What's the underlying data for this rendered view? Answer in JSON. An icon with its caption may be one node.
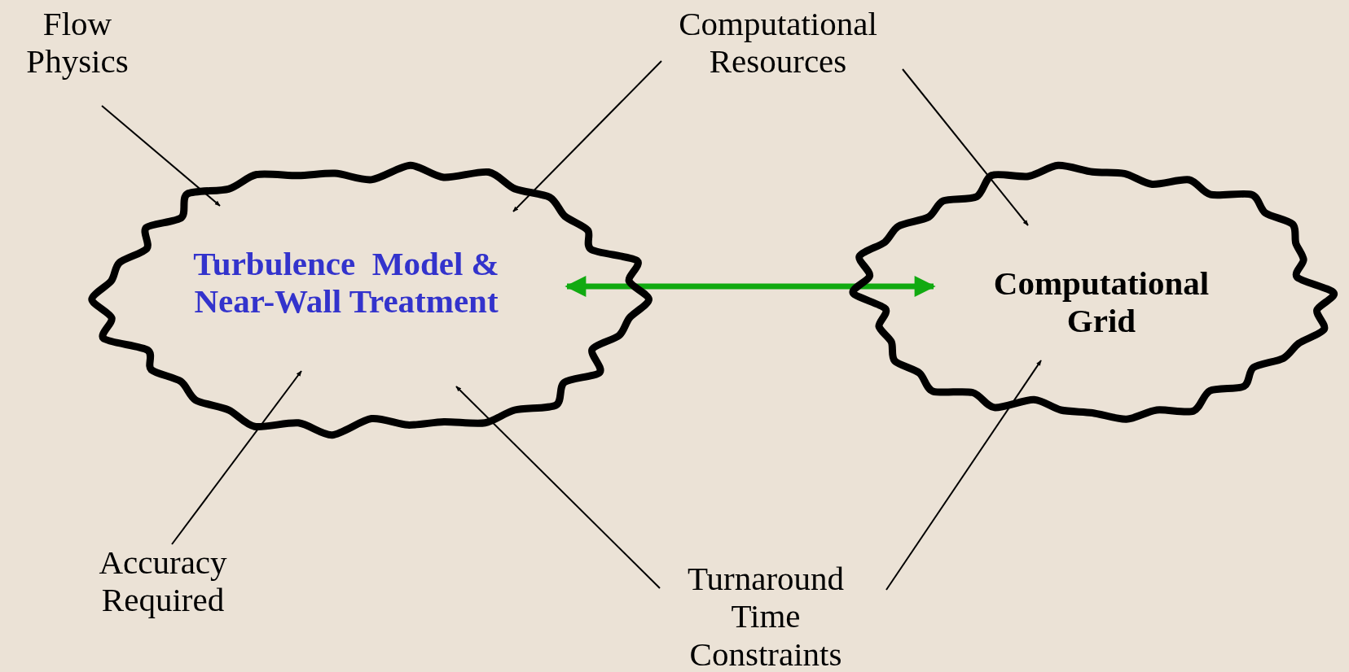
{
  "diagram": {
    "nodes": [
      {
        "text": [
          "Turbulence  Model & Near-Wall Treatment"
        ]
      },
      {
        "text": [
          "Computational Grid"
        ]
      },
      {
        "text": [
          "Flow Physics"
        ]
      },
      {
        "text": [
          "Computational Resources"
        ]
      },
      {
        "text": [
          "Accuracy Required"
        ]
      },
      {
        "text": [
          "Turnaround Time Constraints"
        ]
      }
    ],
    "edges": [
      {
        "from": 0,
        "to": 1,
        "arrow": "both",
        "style": "thick",
        "color": "#11aa11"
      },
      {
        "from": 2,
        "to": 0,
        "arrow": "to"
      },
      {
        "from": 3,
        "to": 0,
        "arrow": "to"
      },
      {
        "from": 3,
        "to": 1,
        "arrow": "to"
      },
      {
        "from": 4,
        "to": 0,
        "arrow": "to"
      },
      {
        "from": 5,
        "to": 0,
        "arrow": "to"
      },
      {
        "from": 5,
        "to": 1,
        "arrow": "to"
      }
    ]
  }
}
